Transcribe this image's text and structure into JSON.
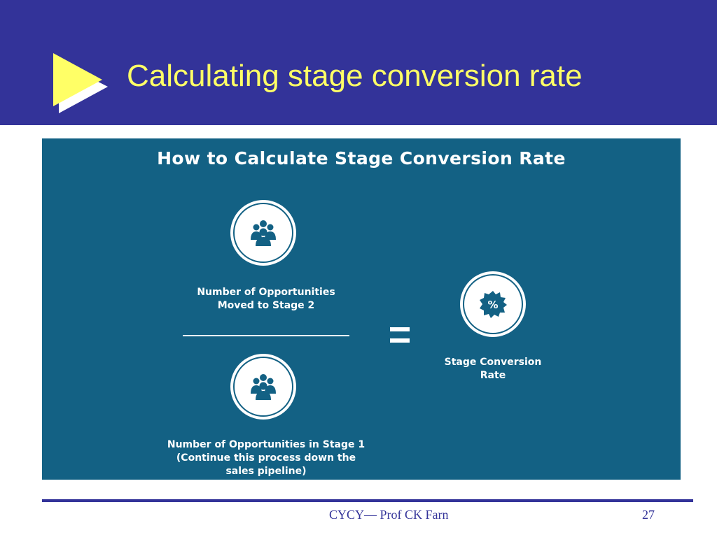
{
  "slide": {
    "title": "Calculating stage conversion rate"
  },
  "infographic": {
    "heading": "How to Calculate Stage Conversion Rate",
    "numerator_label": "Number of Opportunities\nMoved to Stage 2",
    "denominator_label": "Number of Opportunities in Stage 1\n(Continue this process down the\nsales pipeline)",
    "result_label": "Stage Conversion\nRate",
    "icons": [
      "group-of-people-icon",
      "group-of-people-icon",
      "percent-badge-icon"
    ],
    "colors": {
      "panel_background": "#136184",
      "icon_color": "#136184",
      "text": "#ffffff"
    }
  },
  "footer": {
    "text": "CYCY— Prof CK Farn",
    "page_number": "27"
  },
  "colors": {
    "header_band": "#333399",
    "title_text": "#ffff66",
    "play_icon": "#ffff66",
    "footer_rule": "#333399"
  }
}
